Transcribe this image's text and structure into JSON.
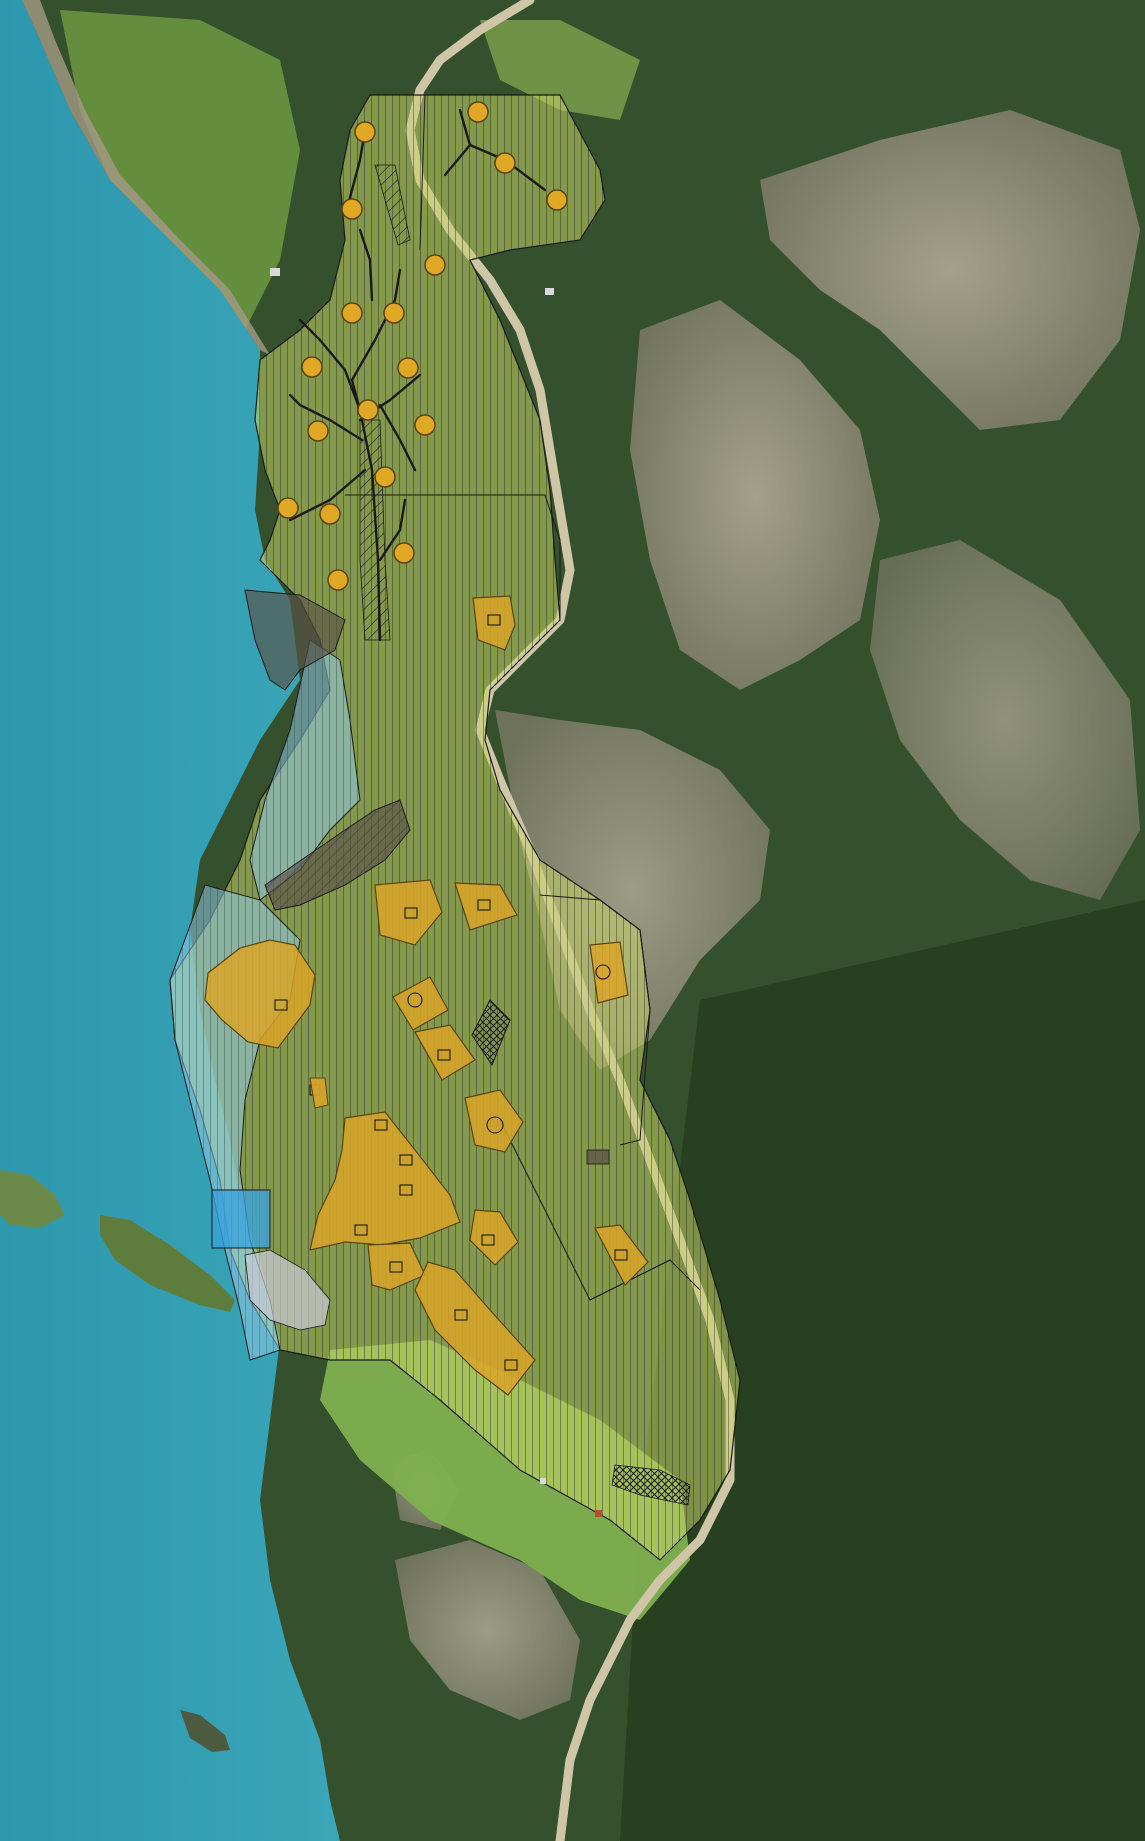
{
  "map": {
    "type": "aerial-orthophoto-zoning-plan",
    "colors": {
      "sea": "#2f9bb0",
      "sea_deep": "#237f95",
      "forest": "#2f4a2a",
      "forest_light": "#4c6b35",
      "meadow": "#7fa64a",
      "rock": "#a59a86",
      "road": "#cfc6a8",
      "plan_fill": "#c8d66a",
      "plot_fill": "#d9a428",
      "plot_stroke": "#5a4410",
      "water_zone": "#8ec9e6",
      "water_zone_strong": "#3aa3dc",
      "dark_zone": "#5b5248",
      "hatch": "#1a1a1a",
      "cabin_marker": "#e0a825"
    },
    "layers": [
      "orthophoto",
      "plan-boundary",
      "hatched-zones",
      "building-plots",
      "cabin-markers",
      "paths",
      "road"
    ]
  }
}
